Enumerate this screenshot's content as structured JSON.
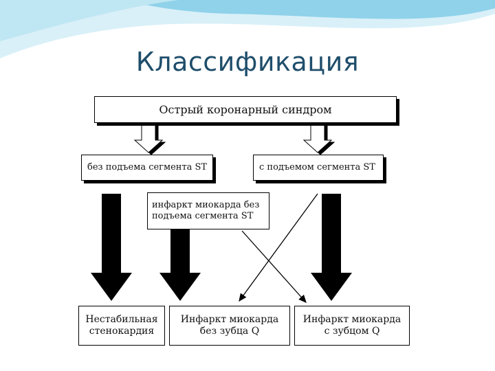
{
  "slide": {
    "title": "Классификация"
  },
  "colors": {
    "title": "#1f4e6b",
    "wave_light": "#bfe6f3",
    "wave_dark": "#6cc3e0"
  },
  "diagram": {
    "root": "Острый коронарный синдром",
    "branch_left": "без подъема сегмента ST",
    "branch_right": "с подъемом сегмента ST",
    "note": "инфаркт  миокарда  без\nподъема сегмента ST",
    "outcome_1": "Нестабильная\nстенокардия",
    "outcome_2": "Инфаркт миокарда\nбез зубца Q",
    "outcome_3": "Инфаркт миокарда\nс зубцом Q"
  }
}
